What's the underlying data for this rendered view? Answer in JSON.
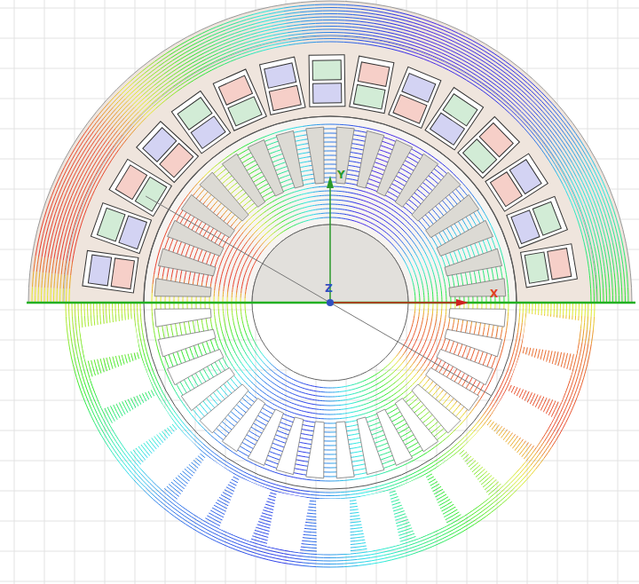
{
  "diagram": {
    "labels": [
      "Y",
      "Z",
      "X"
    ]
  }
}
